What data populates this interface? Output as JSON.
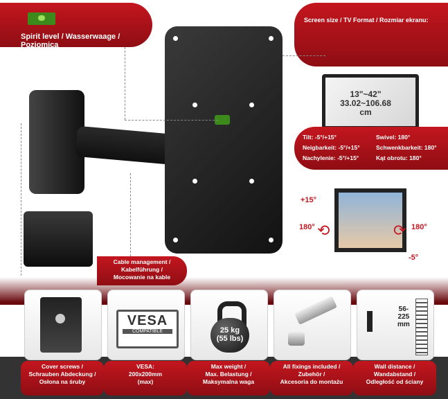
{
  "spirit_level": {
    "label": "Spirit level / Wasserwaage / Poziomica"
  },
  "screen_size": {
    "header": "Screen size / TV Format / Rozmiar ekranu:",
    "inches": "13\"~42\"",
    "cm": "33.02~106.68 cm"
  },
  "swivel_specs": {
    "tilt": "Tilt: -5°/+15°",
    "neigbarkeit": "Neigbarkeit: -5°/+15°",
    "nachylenie": "Nachylenie: -5°/+15°",
    "swivel": "Swivel: 180°",
    "schwenkbarkeit": "Schwenkbarkeit: 180°",
    "kat_obrotu": "Kąt obrotu: 180°"
  },
  "swivel_diagram": {
    "plus15": "+15°",
    "left180": "180°",
    "right180": "180°",
    "minus5": "-5°"
  },
  "cable_management": {
    "line1": "Cable management /",
    "line2": "Kabelführung /",
    "line3": "Mocowanie na kable"
  },
  "features": [
    {
      "icon": "cover-screws-icon",
      "line1": "Cover screws /",
      "line2": "Schrauben Abdeckung /",
      "line3": "Osłona na śruby"
    },
    {
      "icon": "vesa-icon",
      "vesa_big": "VESA",
      "vesa_small": "COMPATIBLE",
      "line1": "VESA:",
      "line2": "200x200mm",
      "line3": "(max)"
    },
    {
      "icon": "kettlebell-icon",
      "weight1": "25 kg",
      "weight2": "(55 lbs)",
      "line1": "Max weight /",
      "line2": "Max. Belastung /",
      "line3": "Maksymalna waga"
    },
    {
      "icon": "bolt-nut-icon",
      "line1": "All fixings included /",
      "line2": "Zubehör /",
      "line3": "Akcesoria do montażu"
    },
    {
      "icon": "wall-distance-icon",
      "dim1": "56-",
      "dim2": "225",
      "dim3": "mm",
      "line1": "Wall distance /",
      "line2": "Wandabstand /",
      "line3": "Odległość od ściany"
    }
  ],
  "colors": {
    "accent": "#b3121a",
    "dark": "#1a1a1a"
  }
}
